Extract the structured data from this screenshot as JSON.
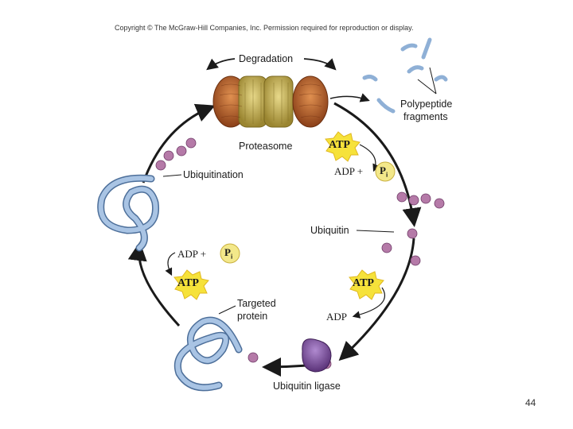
{
  "copyright": "Copyright © The McGraw-Hill Companies, Inc. Permission required for reproduction or display.",
  "page_number": "44",
  "labels": {
    "degradation": "Degradation",
    "polypeptide_line1": "Polypeptide",
    "polypeptide_line2": "fragments",
    "proteasome": "Proteasome",
    "ubiquitination": "Ubiquitination",
    "ubiquitin": "Ubiquitin",
    "targeted_line1": "Targeted",
    "targeted_line2": "protein",
    "ubiquitin_ligase": "Ubiquitin ligase",
    "adp_plus_top": "ADP +",
    "adp_plus_left": "ADP +",
    "adp_bottom": "ADP",
    "atp": "ATP",
    "pi": "P",
    "pi_sub": "i"
  },
  "colors": {
    "arrow": "#1a1a1a",
    "protein": "#8fb0d6",
    "protein_outline": "#4d6f9a",
    "ubiquitin": "#b57aa8",
    "ligase": "#7a4d9a",
    "proteasome_cap": "#b8642e",
    "proteasome_core": "#c9b158",
    "atp_burst": "#f6e23a",
    "pi_circle": "#f3e88a"
  }
}
